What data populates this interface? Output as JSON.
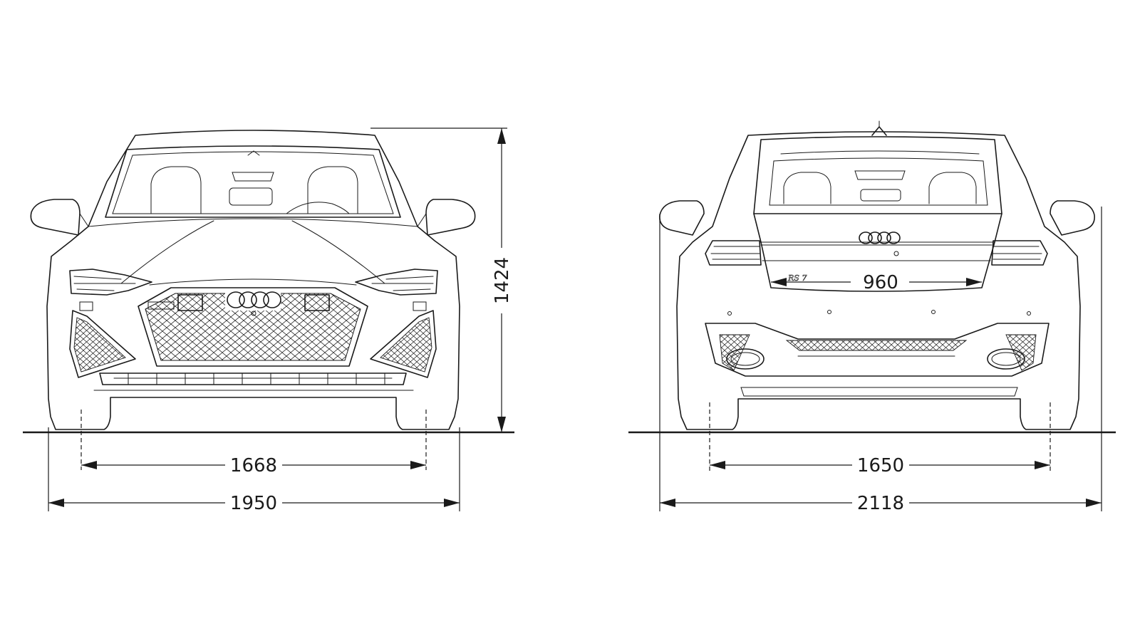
{
  "dimensions": {
    "front_height": "1424",
    "front_track": "1668",
    "front_width": "1950",
    "rear_window_width": "960",
    "rear_track": "1650",
    "rear_width_with_mirrors": "2118"
  },
  "badges": {
    "rear_model": "RS 7"
  },
  "colors": {
    "line": "#1a1a1a",
    "background": "#ffffff"
  }
}
